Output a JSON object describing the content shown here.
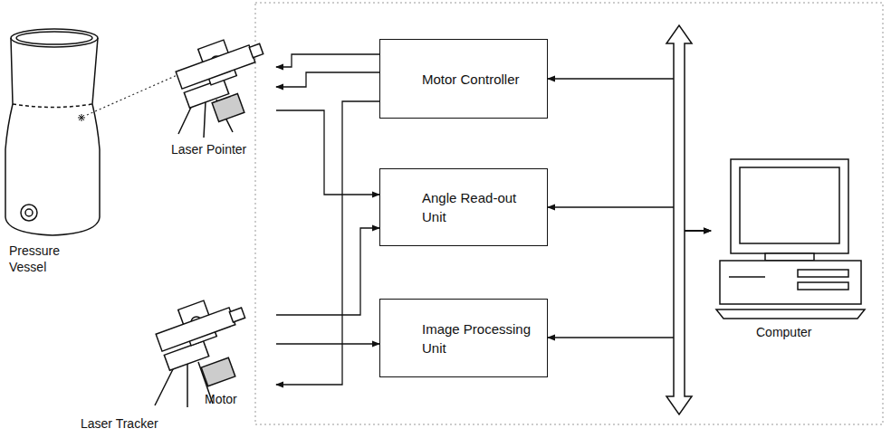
{
  "diagram": {
    "nodes": [
      {
        "text": [
          "Motor Controller"
        ]
      },
      {
        "text": [
          "Angle Read-out Unit"
        ]
      },
      {
        "text": [
          "Image Processing Unit"
        ]
      },
      {
        "text": [
          "Laser Pointer"
        ]
      },
      {
        "text": [
          "Laser Tracker"
        ]
      },
      {
        "text": [
          "Computer"
        ]
      }
    ],
    "edges": [
      {
        "from": 0,
        "to": 3,
        "arrow": "to"
      },
      {
        "from": 0,
        "to": 3,
        "arrow": "to"
      },
      {
        "from": 3,
        "to": 1,
        "arrow": "to"
      },
      {
        "from": 0,
        "to": 4,
        "arrow": "to"
      },
      {
        "from": 4,
        "to": 1,
        "arrow": "to"
      },
      {
        "from": 4,
        "to": 2,
        "arrow": "to"
      },
      {
        "from": 0,
        "to": 5,
        "arrow": "both"
      },
      {
        "from": 1,
        "to": 5,
        "arrow": "both"
      },
      {
        "from": 2,
        "to": 5,
        "arrow": "both"
      }
    ],
    "labels": [
      "Pressure Vessel",
      "Motor"
    ]
  }
}
